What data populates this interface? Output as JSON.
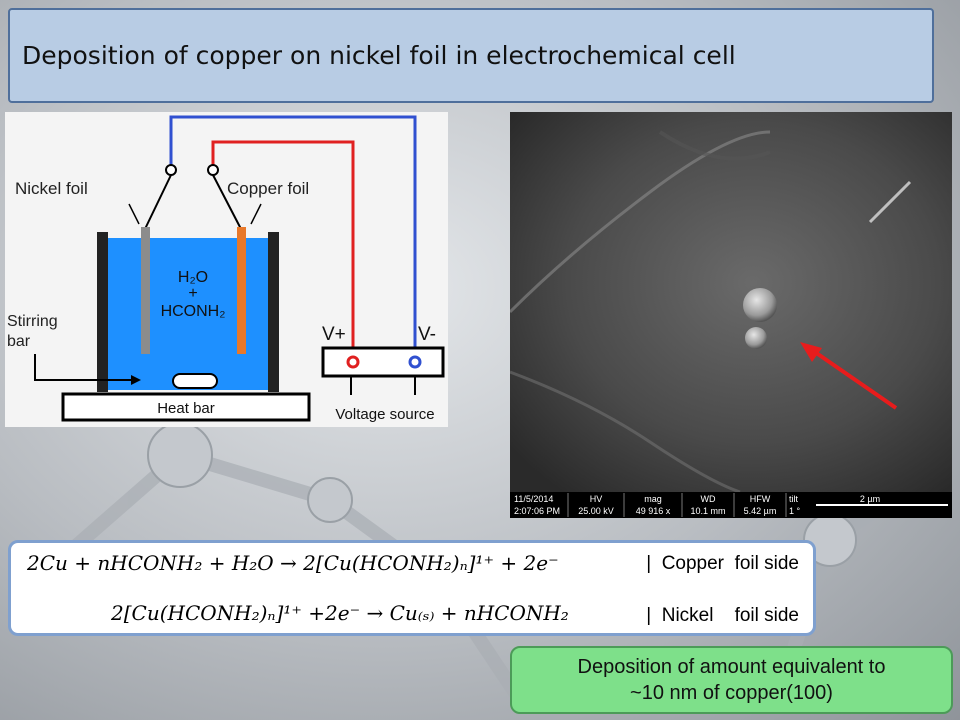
{
  "title": "Deposition of copper on nickel foil in electrochemical cell",
  "diagram": {
    "nickel_foil": "Nickel foil",
    "copper_foil": "Copper foil",
    "h2o": "H₂O",
    "plus": "+",
    "hconh2": "HCONH₂",
    "stirring_line1": "Stirring",
    "stirring_line2": "bar",
    "heat_bar": "Heat bar",
    "v_plus": "V+",
    "v_minus": "V-",
    "voltage_source": "Voltage source"
  },
  "sem": {
    "date": "11/5/2014",
    "time": "2:07:06 PM",
    "hv_label": "HV",
    "hv_value": "25.00 kV",
    "mag_label": "mag",
    "mag_value": "49 916 x",
    "wd_label": "WD",
    "wd_value": "10.1 mm",
    "hfw_label": "HFW",
    "hfw_value": "5.42 µm",
    "tilt_label": "tilt",
    "tilt_value": "1 °",
    "scale_label": "2 µm"
  },
  "equations": {
    "eq1": "2Cu + nHCONH₂ + H₂O → 2[Cu(HCONH₂)ₙ]¹⁺ + 2e⁻",
    "eq1_side": "|  Copper  foil side",
    "eq2": "2[Cu(HCONH₂)ₙ]¹⁺ +2e⁻ → Cu₍ₛ₎ + nHCONH₂",
    "eq2_side": "|  Nickel    foil side"
  },
  "deposition": {
    "line1": "Deposition of amount equivalent to",
    "line2": "~10 nm of copper(100)"
  },
  "colors": {
    "title_bg": "#b8cce4",
    "liquid": "#1e90ff",
    "copper": "#e8782a",
    "nickel": "#8c8c8c",
    "wire_red": "#e02020",
    "wire_blue": "#3050d0",
    "deposition_bg": "#7ee08a",
    "arrow_red": "#e81c1c"
  }
}
